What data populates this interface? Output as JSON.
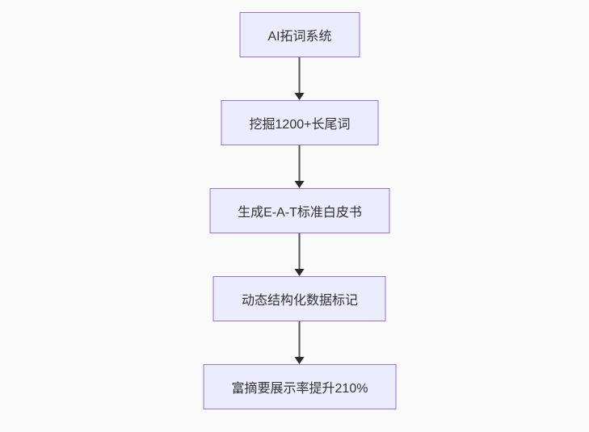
{
  "diagram": {
    "type": "flowchart-vertical",
    "nodes": [
      {
        "id": "n1",
        "label": "AI拓词系统"
      },
      {
        "id": "n2",
        "label": "挖掘1200+长尾词"
      },
      {
        "id": "n3",
        "label": "生成E-A-T标准白皮书"
      },
      {
        "id": "n4",
        "label": "动态结构化数据标记"
      },
      {
        "id": "n5",
        "label": "富摘要展示率提升210%"
      }
    ],
    "edges": [
      {
        "from": "n1",
        "to": "n2"
      },
      {
        "from": "n2",
        "to": "n3"
      },
      {
        "from": "n3",
        "to": "n4"
      },
      {
        "from": "n4",
        "to": "n5"
      }
    ]
  },
  "colors": {
    "background": "#FAFAFA",
    "node_fill": "#ECECFF",
    "node_border": "#9370DB",
    "node_text": "#333333",
    "arrow_line": "#555555",
    "arrow_head": "#2B2B2B"
  }
}
